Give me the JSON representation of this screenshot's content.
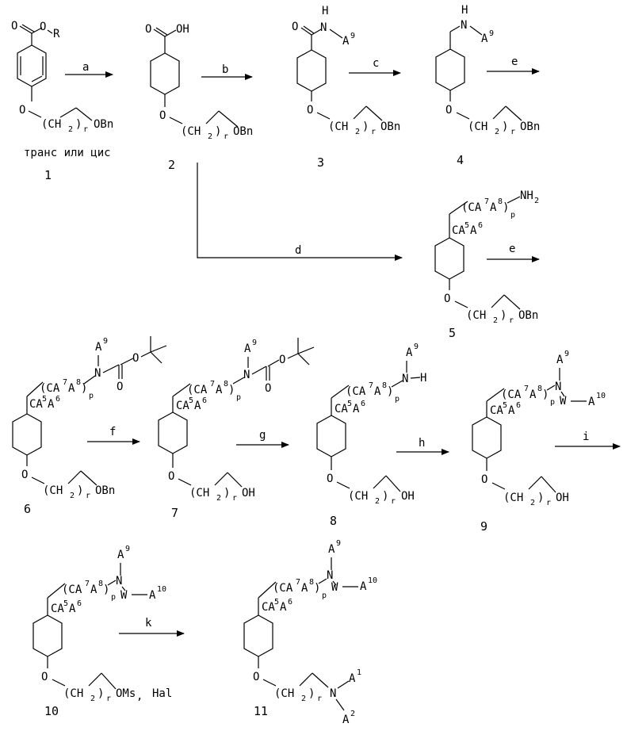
{
  "labels": {
    "stereo": "транс или цис",
    "c1": "1",
    "c2": "2",
    "c3": "3",
    "c4": "4",
    "c5": "5",
    "c6": "6",
    "c7": "7",
    "c8": "8",
    "c9": "9",
    "c10": "10",
    "c11": "11"
  },
  "steps": {
    "a": "a",
    "b": "b",
    "c": "c",
    "d": "d",
    "e1": "e",
    "e2": "e",
    "f": "f",
    "g": "g",
    "h": "h",
    "i": "i",
    "k": "k"
  },
  "atoms": {
    "O": "O",
    "OH": "OH",
    "H": "H",
    "N": "N",
    "R": "R",
    "OBn": "OBn",
    "OMs": "OMs",
    "Hal": "Hal",
    "W": "W",
    "A": "A",
    "CA": "CA",
    "CH": "(CH",
    "CAP": "(CA",
    "NH": "NH",
    "close": ")",
    "r": "r",
    "p": "p",
    "n1": "1",
    "n2": "2",
    "n5": "5",
    "n6": "6",
    "n7": "7",
    "n8": "8",
    "n9": "9",
    "n10": "10",
    "comma": ","
  }
}
